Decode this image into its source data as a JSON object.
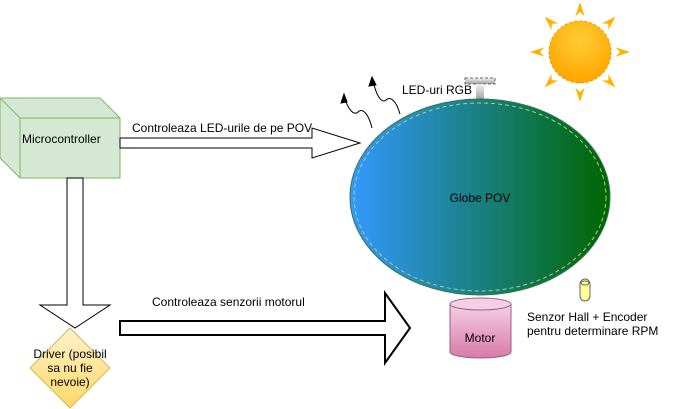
{
  "nodes": {
    "microcontroller": "Microcontroller",
    "globe": "Globe POV",
    "led": "LED-uri RGB",
    "motor": "Motor",
    "sensor_line1": "Senzor Hall + Encoder",
    "sensor_line2": "pentru determinare RPM",
    "driver_line1": "Driver (posibil",
    "driver_line2": "sa nu fie",
    "driver_line3": "nevoie)"
  },
  "edges": {
    "led_control": "Controleaza LED-urile de pe POV",
    "motor_control": "Controleaza senzorii motorul"
  },
  "colors": {
    "globe_start": "#3399ff",
    "globe_end": "#006600",
    "micro_fill": "#d5e8d4",
    "micro_stroke": "#82b366",
    "driver_fill": "#ffe599",
    "motor_fill": "#e6a0c4",
    "sun": "#ffb300"
  }
}
